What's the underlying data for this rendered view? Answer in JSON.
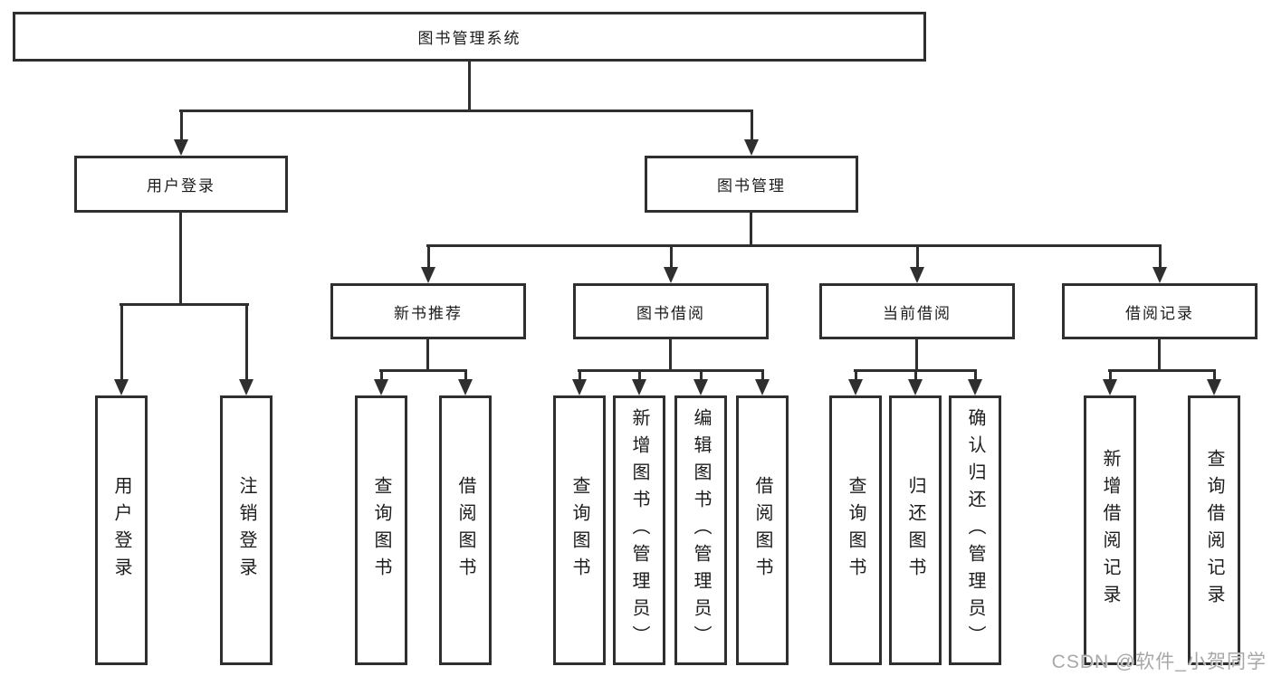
{
  "diagram": {
    "root": {
      "label": "图书管理系统"
    },
    "branches": [
      {
        "label": "用户登录",
        "children": [
          "用户登录",
          "注销登录"
        ]
      },
      {
        "label": "图书管理",
        "children": [
          {
            "label": "新书推荐",
            "children": [
              "查询图书",
              "借阅图书"
            ]
          },
          {
            "label": "图书借阅",
            "children": [
              "查询图书",
              "新增图书（管理员）",
              "编辑图书（管理员）",
              "借阅图书"
            ]
          },
          {
            "label": "当前借阅",
            "children": [
              "查询图书",
              "归还图书",
              "确认归还（管理员）"
            ]
          },
          {
            "label": "借阅记录",
            "children": [
              "新增借阅记录",
              "查询借阅记录"
            ]
          }
        ]
      }
    ]
  },
  "watermark": {
    "text": "CSDN @软件_小贺同学"
  },
  "colors": {
    "line": "#2f2f2f",
    "text": "#1c1c1c",
    "watermark": "#a8a8a8",
    "background": "#ffffff"
  }
}
